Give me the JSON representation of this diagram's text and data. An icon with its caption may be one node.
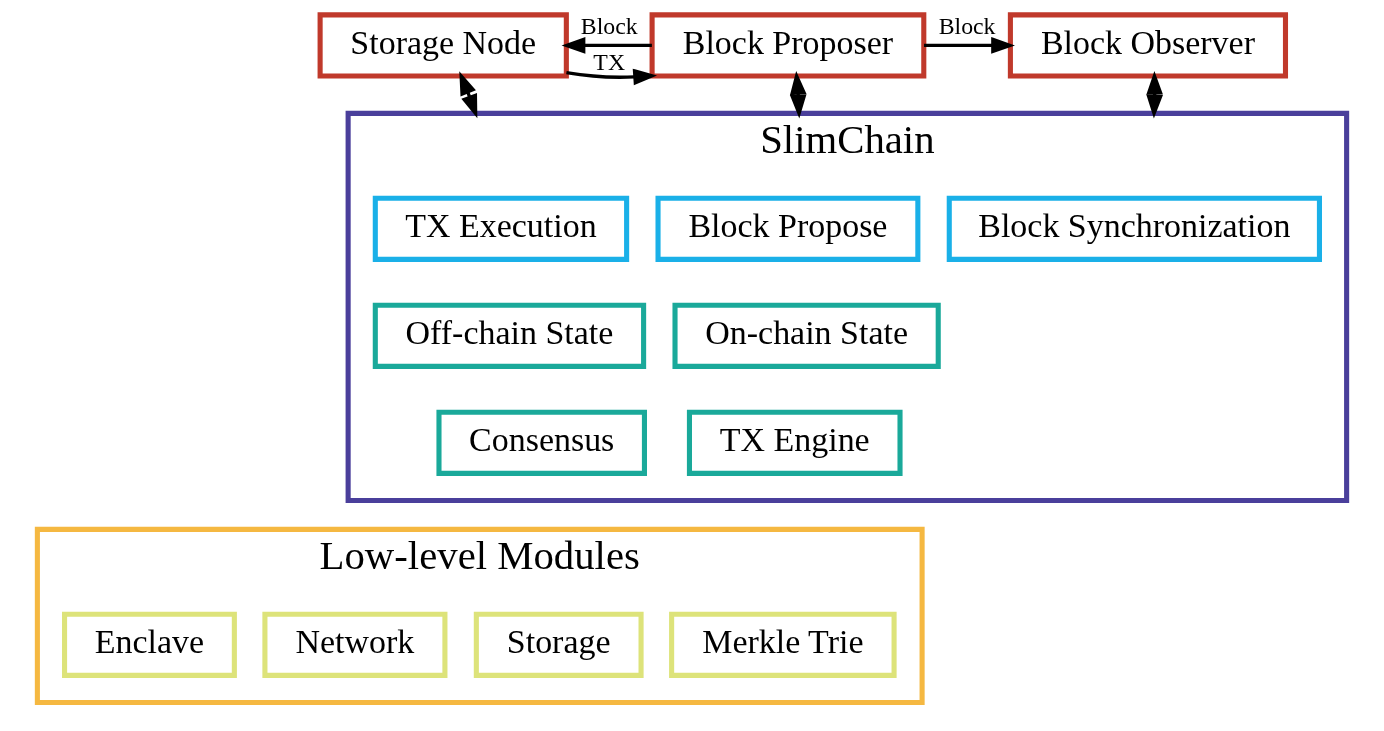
{
  "diagram": {
    "nodes": [
      {
        "text": [
          "Storage Node"
        ]
      },
      {
        "text": [
          "Block Proposer"
        ]
      },
      {
        "text": [
          "Block Observer"
        ]
      },
      {
        "text": [
          "SlimChain"
        ]
      },
      {
        "text": [
          "TX Execution"
        ],
        "in": 3
      },
      {
        "text": [
          "Block Propose"
        ],
        "in": 3
      },
      {
        "text": [
          "Block Synchronization"
        ],
        "in": 3
      },
      {
        "text": [
          "Off-chain State"
        ],
        "in": 3
      },
      {
        "text": [
          "On-chain State"
        ],
        "in": 3
      },
      {
        "text": [
          "Consensus"
        ],
        "in": 3
      },
      {
        "text": [
          "TX Engine"
        ],
        "in": 3
      },
      {
        "text": [
          "Low-level Modules"
        ]
      },
      {
        "text": [
          "Storage"
        ],
        "in": 11
      },
      {
        "text": [
          "Merkle Trie"
        ],
        "in": 11
      },
      {
        "text": [
          "Network"
        ],
        "in": 11
      },
      {
        "text": [
          "Enclave"
        ],
        "in": 11
      }
    ],
    "edges": [
      {
        "from": 1,
        "to": 0,
        "arrow": "to",
        "label": "Block"
      },
      {
        "from": 0,
        "to": 1,
        "arrow": "to",
        "label": "TX"
      },
      {
        "from": 1,
        "to": 2,
        "arrow": "to",
        "label": "Block"
      },
      {
        "from": 0,
        "to": 3,
        "arrow": "both"
      },
      {
        "from": 1,
        "to": 3,
        "arrow": "both"
      },
      {
        "from": 2,
        "to": 3,
        "arrow": "both"
      }
    ]
  }
}
